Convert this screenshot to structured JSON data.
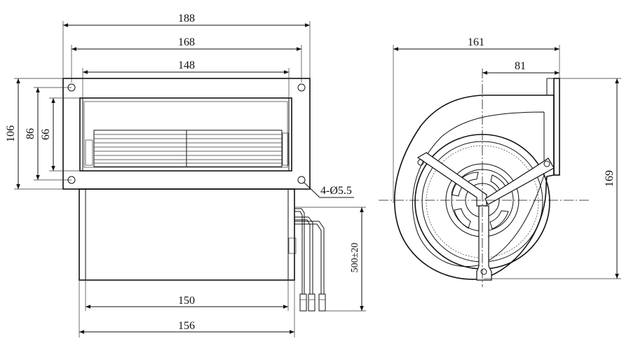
{
  "front_view": {
    "width_dims": {
      "d188": "188",
      "d168": "168",
      "d148": "148"
    },
    "height_dims": {
      "d106": "106",
      "d86": "86",
      "d66": "66"
    },
    "hole_callout": "4-Ø5.5",
    "bottom_dims": {
      "d150": "150",
      "d156": "156"
    },
    "cable_length": "500±20"
  },
  "side_view": {
    "width_dims": {
      "d161": "161",
      "d81": "81"
    },
    "height_dim": "169"
  }
}
